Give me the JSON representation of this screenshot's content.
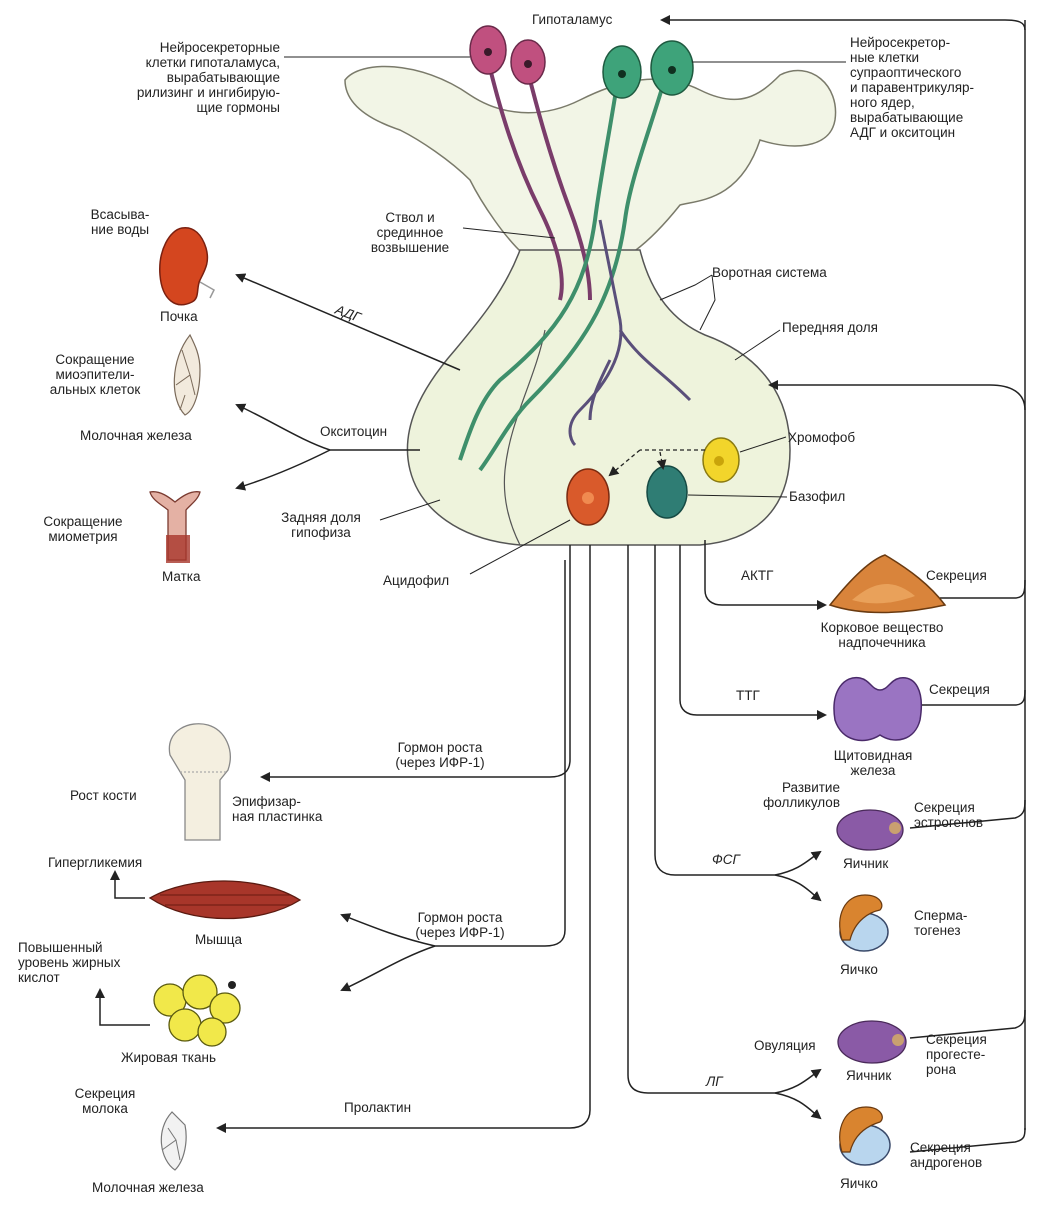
{
  "hypothalamus": {
    "title": "Гипоталамус",
    "releasing_cells": "Нейросекреторные\nклетки гипоталамуса,\nвырабатывающие\nрилизинг и ингибирую-\nщие гормоны",
    "adh_cells": "Нейросекретор-\nные клетки\nсупраоптического\nи паравентрикуляр-\nного ядер,\nвырабатывающие\nАДГ и окситоцин",
    "stalk": "Ствол и\nсрединное\nвозвышение",
    "portal": "Воротная система"
  },
  "pituitary": {
    "anterior_lobe": "Передняя доля",
    "posterior_lobe": "Задняя доля\nгипофиза",
    "chromophobe": "Хромофоб",
    "basophil": "Базофил",
    "acidophil": "Ацидофил"
  },
  "posterior_targets": {
    "adh": "АДГ",
    "water_reabsorption": "Всасыва-\nние воды",
    "kidney": "Почка",
    "myoepithelial": "Сокращение\nмиоэпители-\nальных клеток",
    "mammary": "Молочная железа",
    "oxytocin": "Окситоцин",
    "myometrium": "Сокращение\nмиометрия",
    "uterus": "Матка"
  },
  "anterior_targets": {
    "acth": "АКТГ",
    "secretion": "Секреция",
    "adrenal": "Корковое вещество\nнадпочечника",
    "tsh": "ТТГ",
    "thyroid": "Щитовидная\nжелеза",
    "follicle_dev": "Развитие\nфолликулов",
    "estrogen": "Секреция\nэстрогенов",
    "fsh": "ФСГ",
    "ovary": "Яичник",
    "spermatogenesis": "Сперма-\nтогенез",
    "testis": "Яичко",
    "ovulation": "Овуляция",
    "progesterone": "Секреция\nпрогесте-\nрона",
    "lh": "ЛГ",
    "androgens": "Секреция\nандрогенов"
  },
  "gh_targets": {
    "gh": "Гормон роста\n(через ИФР-1)",
    "bone_growth": "Рост кости",
    "epiphyseal": "Эпифизар-\nная пластинка",
    "hyperglycemia": "Гипергликемия",
    "muscle": "Мышца",
    "fatty_acids": "Повышенный\nуровень жирных\nкислот",
    "adipose": "Жировая ткань",
    "prolactin": "Пролактин",
    "milk_secretion": "Секреция\nмолока",
    "mammary2": "Молочная железа"
  },
  "colors": {
    "ink": "#222222",
    "gland_fill": "#eef3dc",
    "magenta_cell": "#c0507f",
    "green_cell": "#3ea37a",
    "kidney": "#d4461f",
    "adrenal": "#d9843b",
    "thyroid": "#9a74c2",
    "ovary": "#8a5aa6",
    "testis_cap": "#d9842f",
    "testis_body": "#b9d6ee",
    "fat": "#f1e84a",
    "muscle": "#a8362a",
    "chromophobe": "#f2d52b",
    "basophil": "#2f7d74",
    "acidophil": "#d95a2b"
  }
}
